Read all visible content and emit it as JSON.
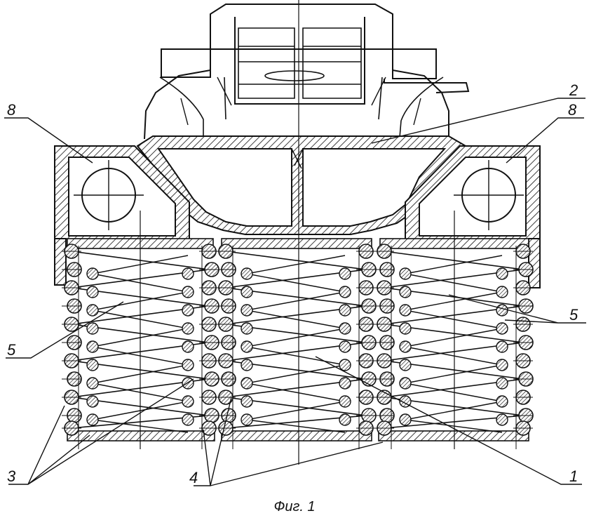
{
  "figure": {
    "caption": "Фиг. 1",
    "callouts": {
      "l8_left": "8",
      "l8_right": "8",
      "l2": "2",
      "l5_left": "5",
      "l5_right": "5",
      "l3": "3",
      "l4": "4",
      "l1": "1"
    }
  }
}
